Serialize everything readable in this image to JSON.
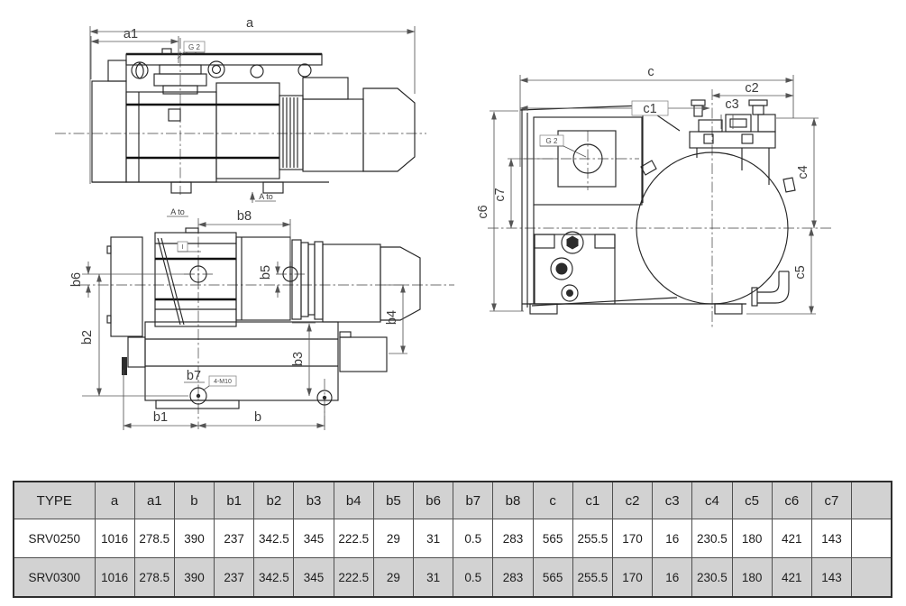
{
  "canvas": {
    "background": "#ffffff",
    "line_color": "#262626",
    "dim_color": "#555555"
  },
  "drawings": {
    "top_view": {
      "dim_a": "a",
      "dim_a1": "a1",
      "port_callout": "G 2",
      "view_arrow_label": "A to"
    },
    "front_view": {
      "view_label": "A to",
      "dim_b8": "b8",
      "dim_b6": "b6",
      "dim_b2": "b2",
      "dim_b5": "b5",
      "dim_b4": "b4",
      "dim_b3": "b3",
      "dim_b7": "b7",
      "dim_b1": "b1",
      "dim_b": "b",
      "thread_callout": "4-M10",
      "small_callout": "I"
    },
    "end_view": {
      "dim_c": "c",
      "dim_c1": "c1",
      "dim_c2": "c2",
      "dim_c3": "c3",
      "dim_c4": "c4",
      "dim_c5": "c5",
      "dim_c6": "c6",
      "dim_c7": "c7",
      "port_callout": "G 2"
    }
  },
  "table": {
    "columns": [
      "TYPE",
      "a",
      "a1",
      "b",
      "b1",
      "b2",
      "b3",
      "b4",
      "b5",
      "b6",
      "b7",
      "b8",
      "c",
      "c1",
      "c2",
      "c3",
      "c4",
      "c5",
      "c6",
      "c7",
      ""
    ],
    "rows": [
      [
        "SRV0250",
        "1016",
        "278.5",
        "390",
        "237",
        "342.5",
        "345",
        "222.5",
        "29",
        "31",
        "0.5",
        "283",
        "565",
        "255.5",
        "170",
        "16",
        "230.5",
        "180",
        "421",
        "143",
        ""
      ],
      [
        "SRV0300",
        "1016",
        "278.5",
        "390",
        "237",
        "342.5",
        "345",
        "222.5",
        "29",
        "31",
        "0.5",
        "283",
        "565",
        "255.5",
        "170",
        "16",
        "230.5",
        "180",
        "421",
        "143",
        ""
      ]
    ],
    "colors": {
      "header_bg": "#d2d2d2",
      "row_bg": "#ffffff",
      "row_alt_bg": "#d2d2d2",
      "border": "#3f3f3f",
      "text": "#1d1d1d"
    }
  }
}
